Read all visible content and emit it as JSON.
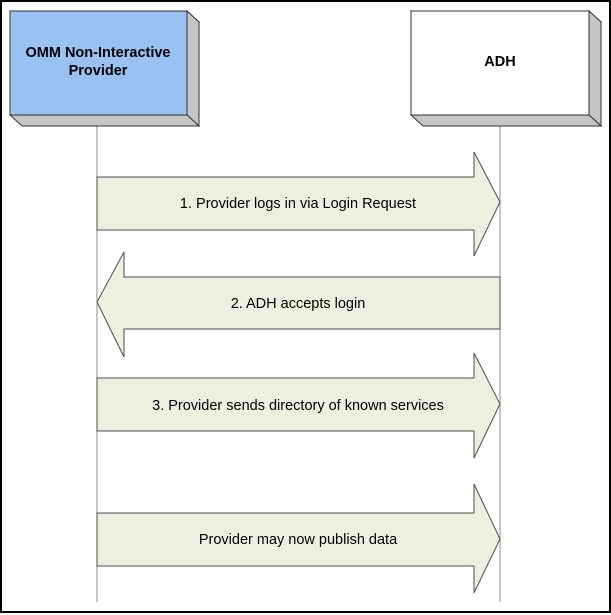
{
  "participants": [
    {
      "line1": "OMM Non-Interactive",
      "line2": "Provider",
      "fill": "#99c2f2"
    },
    {
      "line1": "ADH",
      "line2": "",
      "fill": "#ffffff"
    }
  ],
  "messages": [
    {
      "label": "1. Provider logs in via Login Request",
      "direction": "right"
    },
    {
      "label": "2. ADH accepts login",
      "direction": "left"
    },
    {
      "label": "3. Provider sends directory of known services",
      "direction": "right"
    },
    {
      "label": "Provider may now publish data",
      "direction": "right"
    }
  ],
  "colors": {
    "arrow_fill": "#ebf1de",
    "arrow_stroke": "#4d4d4d",
    "box_side": "#c6c6c6",
    "lifeline": "#8c8c8c"
  }
}
